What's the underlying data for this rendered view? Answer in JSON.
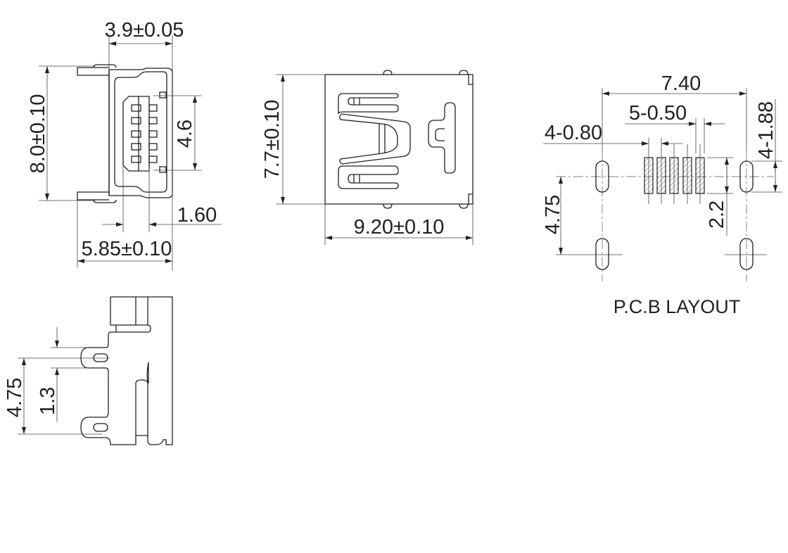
{
  "front_view": {
    "width_top": "3.9±0.05",
    "height": "8.0±0.10",
    "pin_span": "4.6",
    "offset": "1.60",
    "width_bottom": "5.85±0.10"
  },
  "side_view": {
    "height": "7.7±0.10",
    "length": "9.20±0.10"
  },
  "pcb_layout": {
    "caption": "P.C.B LAYOUT",
    "slot_spacing_x": "7.40",
    "pad_pitch": "5-0.50",
    "slot_width": "4-0.80",
    "slot_length": "4-1.88",
    "slot_spacing_y": "4.75",
    "pad_length": "2.2"
  },
  "profile_view": {
    "tab_spacing": "4.75",
    "tab_width": "1.3"
  }
}
